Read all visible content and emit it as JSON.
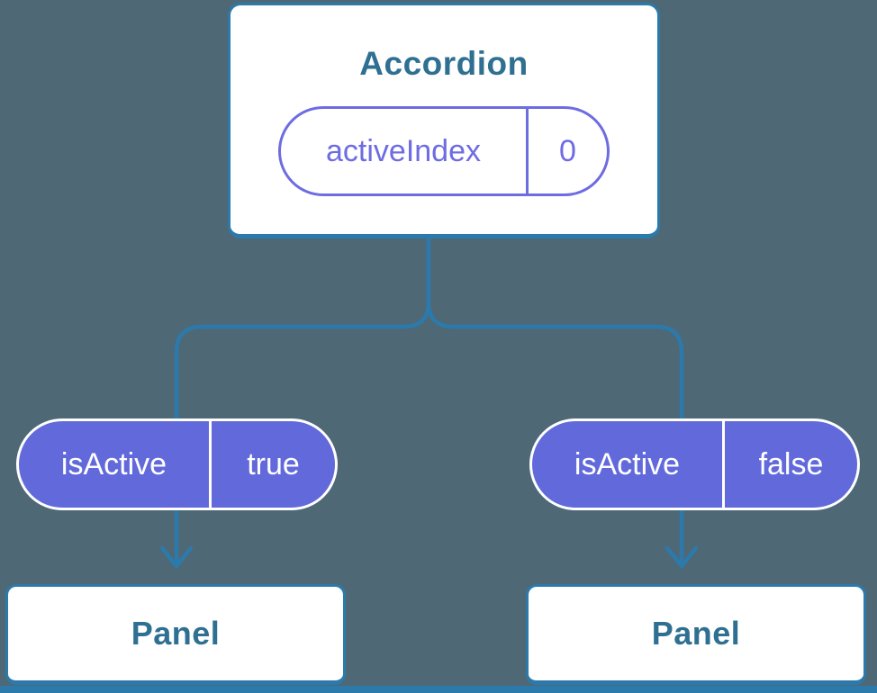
{
  "tree": {
    "root": {
      "label": "Accordion",
      "state": {
        "name": "activeIndex",
        "value": "0"
      }
    },
    "branches": [
      {
        "prop": {
          "name": "isActive",
          "value": "true"
        },
        "node_label": "Panel"
      },
      {
        "prop": {
          "name": "isActive",
          "value": "false"
        },
        "node_label": "Panel"
      }
    ]
  },
  "colors": {
    "background": "#4E6876",
    "connector_blue": "#2C7AAB",
    "node_fill": "#FFFFFF",
    "node_border": "#2C7AAB",
    "node_text_teal": "#2F7092",
    "prop_pill_fill": "#626ADB",
    "prop_pill_text": "#FFFFFF",
    "state_pill_accent": "#6E6CE2"
  }
}
